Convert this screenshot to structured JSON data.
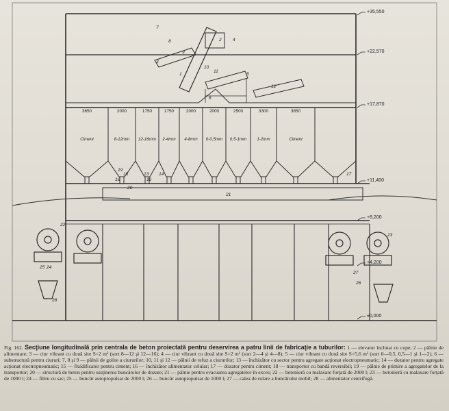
{
  "levels": [
    "+35,550",
    "+22,570",
    "+17,870",
    "+11,400",
    "+8,200",
    "+4,200",
    "±0,000"
  ],
  "dimensions": [
    "3650",
    "2000",
    "1750",
    "1750",
    "2000",
    "2000",
    "2500",
    "3300",
    "3650"
  ],
  "bins": [
    "Ciment",
    "8-12mm",
    "12-16mm",
    "2-4mm",
    "4-8mm",
    "0-0,5mm",
    "0,5-1mm",
    "1-2mm",
    "Ciment"
  ],
  "callouts": [
    "1",
    "2",
    "3",
    "4",
    "5",
    "6",
    "7",
    "8",
    "9",
    "10",
    "11",
    "12",
    "13",
    "14",
    "15",
    "16",
    "17",
    "18",
    "19",
    "20",
    "21",
    "22",
    "23",
    "24",
    "25",
    "26",
    "27",
    "28"
  ],
  "caption": {
    "figure_no": "Fig. 162.",
    "title": "Secţiune longitudinală prin centrala de beton proiectată pentru deservirea a patru linii de fabricaţie a tuburilor:",
    "legend": "1 — elevator înclinat cu cupe; 2 — pâlnie de alimentare; 3 — ciur vibrant cu două site S=2 m² (sort 8—12 şi 12—16); 4 — ciur vibrant cu două site S=2 m² (sort 2—4 şi 4—8); 5 — ciur vibrant cu două site S=5,6 m² (sort 0—0,5, 0,5—1 şi 1—2); 6 — substructură pentru ciururi; 7, 8 şi 9 — pâlnii de golire a ciururilor; 10, 11 şi 12 — pâlnii de refuz a ciururilor; 13 — închizător cu sector pentru agregate acţionat electropneumatic; 14 — dozator pentru agregate acţionat electropneumatic; 15 — fluidificator pentru ciment; 16 — închizător alimentator celular; 17 — dozator pentru ciment; 18 — transportor cu bandă reversibil; 19 — pâlnie de primire a agregatelor de la transportor; 20 — structură de beton pentru susţinerea buncărelor de dozare; 21 — pâlnie pentru evacuarea agregatelor în exces; 22 — betonieră cu malaxare forţată de 2000 l; 23 — betonieră cu malaxare forţată de 1000 l; 24 — filtru cu sac; 25 — buncăr autopropulsat de 2000 l; 26 — buncăr autopropulsat de 1000 l; 27 — calea de rulare a buncărului mobil; 28 — alimentator centrifugă."
  }
}
